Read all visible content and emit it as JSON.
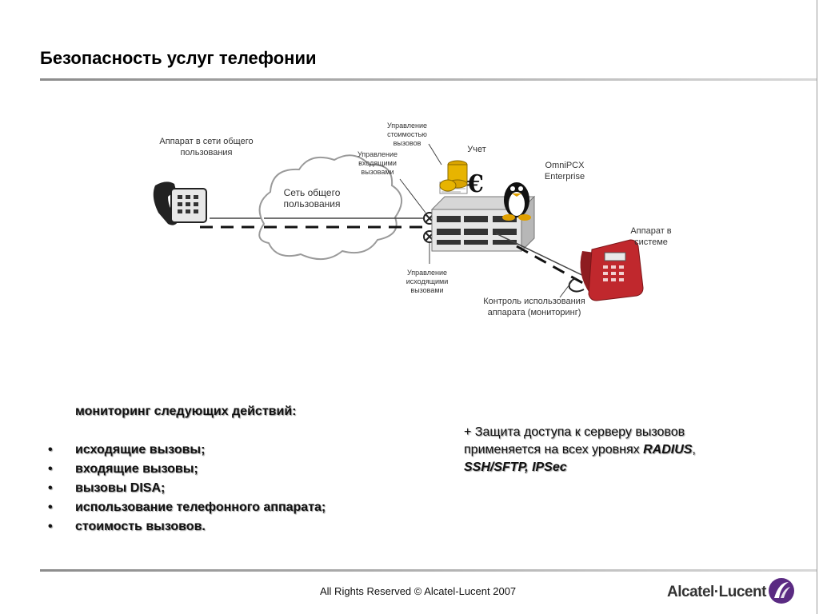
{
  "slide": {
    "title": "Безопасность услуг телефонии",
    "footer": "All Rights Reserved © Alcatel-Lucent 2007",
    "logo_text": "Alcatel·Lucent"
  },
  "diagram": {
    "public_phone_label": [
      "Аппарат в сети общего",
      "пользования"
    ],
    "cloud_label": [
      "Сеть общего",
      "пользования"
    ],
    "cost_control_label": [
      "Управление",
      "стоимостью",
      "вызовов"
    ],
    "incoming_label": [
      "Управление",
      "входящими",
      "вызовами"
    ],
    "accounting_label": "Учет",
    "pbx_label": [
      "OmniPCX",
      "Enterprise"
    ],
    "outgoing_label": [
      "Управление",
      "исходящими",
      "вызовами"
    ],
    "system_phone_label": [
      "Аппарат в",
      "системе"
    ],
    "monitoring_label": [
      "Контроль использования",
      "аппарата (мониторинг)"
    ],
    "currency_symbol": "€"
  },
  "monitoring": {
    "heading": "мониторинг следующих действий:",
    "bullet_symbol": "•",
    "items": [
      "исходящие вызовы;",
      "входящие вызовы;",
      "вызовы DISA;",
      "использование телефонного аппарата;",
      "стоимость вызовов."
    ]
  },
  "protection": {
    "line1": "+ Защита доступа к серверу вызовов",
    "line2_prefix": "применяется на всех уровнях ",
    "line2_bold": "RADIUS",
    "line2_suffix": ",",
    "line3_bold": "SSH/SFTP, IPSec"
  },
  "colors": {
    "title_rule": "#8c8c8c",
    "phone_red": "#c0282d",
    "logo_purple": "#5a2a82"
  }
}
